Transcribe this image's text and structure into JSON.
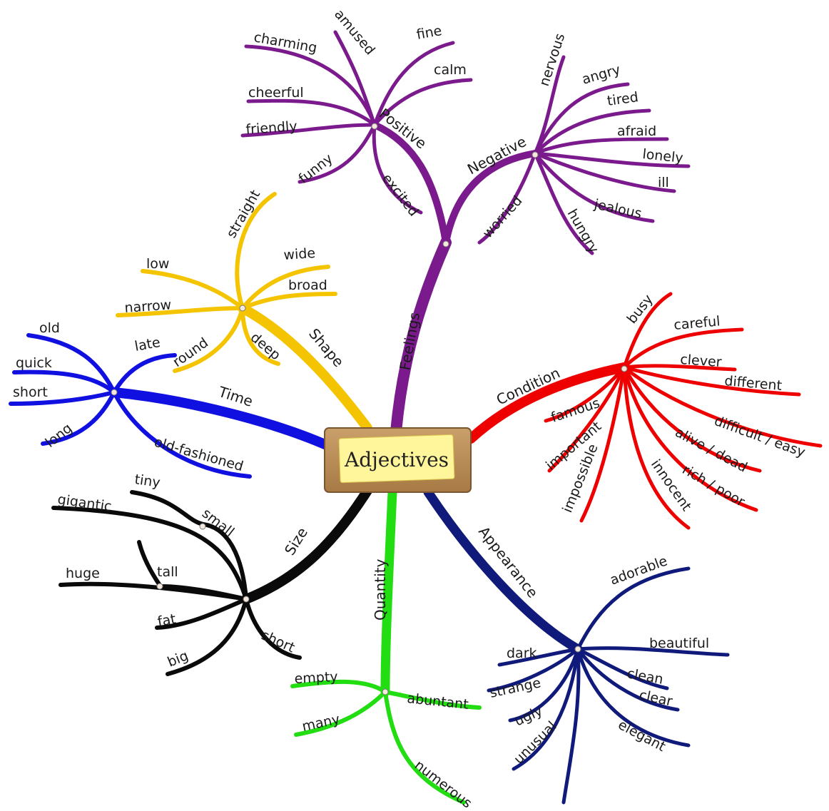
{
  "center": {
    "title": "Adjectives"
  },
  "branches": [
    {
      "label": "Feelings",
      "color": "#7a1a8c"
    },
    {
      "label": "Positive",
      "color": "#7a1a8c",
      "leaves": [
        "amused",
        "fine",
        "charming",
        "calm",
        "cheerful",
        "friendly",
        "funny",
        "excited"
      ]
    },
    {
      "label": "Negative",
      "color": "#7a1a8c",
      "leaves": [
        "nervous",
        "angry",
        "tired",
        "afraid",
        "lonely",
        "ill",
        "jealous",
        "hungry",
        "worried"
      ]
    },
    {
      "label": "Condition",
      "color": "#ee0000",
      "leaves": [
        "busy",
        "careful",
        "clever",
        "different",
        "difficult / easy",
        "alive / dead",
        "rich / poor",
        "innocent",
        "impossible",
        "important",
        "famous"
      ]
    },
    {
      "label": "Appearance",
      "color": "#101a7a",
      "leaves": [
        "adorable",
        "beautiful",
        "clean",
        "clear",
        "elegant",
        "unusual",
        "ugly",
        "strange",
        "dark"
      ]
    },
    {
      "label": "Quantity",
      "color": "#22dd11",
      "leaves": [
        "empty",
        "many",
        "abuntant",
        "numerous"
      ]
    },
    {
      "label": "Size",
      "color": "#0a0a0a",
      "leaves": [
        "tiny",
        "small",
        "gigantic",
        "huge",
        "tall",
        "fat",
        "big",
        "short"
      ]
    },
    {
      "label": "Time",
      "color": "#1010e0",
      "leaves": [
        "old",
        "quick",
        "short",
        "long",
        "late",
        "old-fashioned"
      ]
    },
    {
      "label": "Shape",
      "color": "#f5c400",
      "leaves": [
        "straight",
        "low",
        "wide",
        "broad",
        "narrow",
        "round",
        "deep"
      ]
    }
  ]
}
